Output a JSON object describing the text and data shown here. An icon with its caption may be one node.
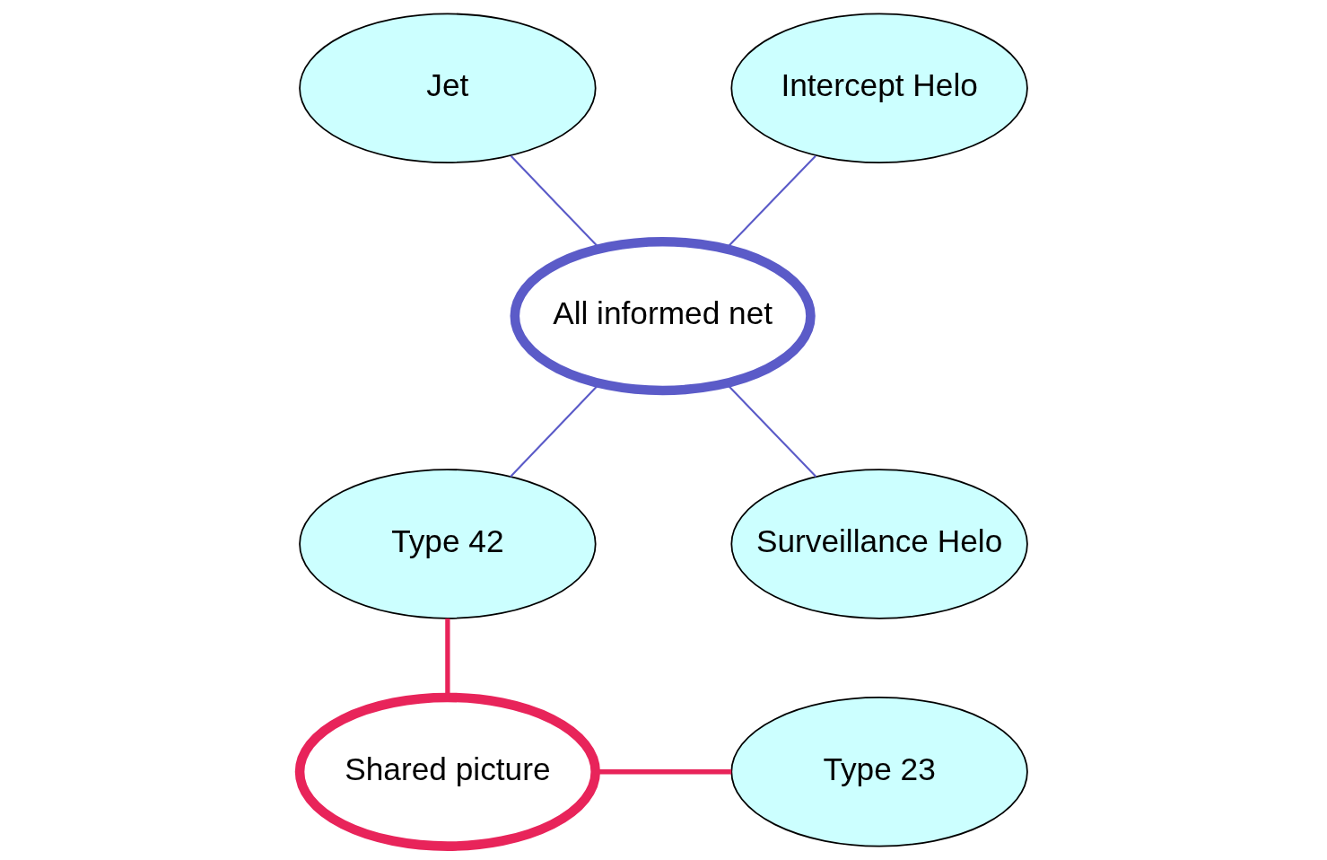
{
  "diagram": {
    "nodes": [
      {
        "text": [
          "Jet"
        ]
      },
      {
        "text": [
          "Intercept Helo"
        ]
      },
      {
        "text": [
          "All informed net"
        ]
      },
      {
        "text": [
          "Type 42"
        ]
      },
      {
        "text": [
          "Surveillance Helo"
        ]
      },
      {
        "text": [
          "Shared picture"
        ]
      },
      {
        "text": [
          "Type 23"
        ]
      }
    ],
    "edges": [
      {
        "from": 0,
        "to": 2,
        "arrow": "none"
      },
      {
        "from": 1,
        "to": 2,
        "arrow": "none"
      },
      {
        "from": 2,
        "to": 3,
        "arrow": "none"
      },
      {
        "from": 2,
        "to": 4,
        "arrow": "none"
      },
      {
        "from": 3,
        "to": 5,
        "arrow": "none",
        "style": "thick",
        "color": "#e8245a"
      },
      {
        "from": 5,
        "to": 6,
        "arrow": "none",
        "style": "thick",
        "color": "#e8245a"
      }
    ]
  }
}
